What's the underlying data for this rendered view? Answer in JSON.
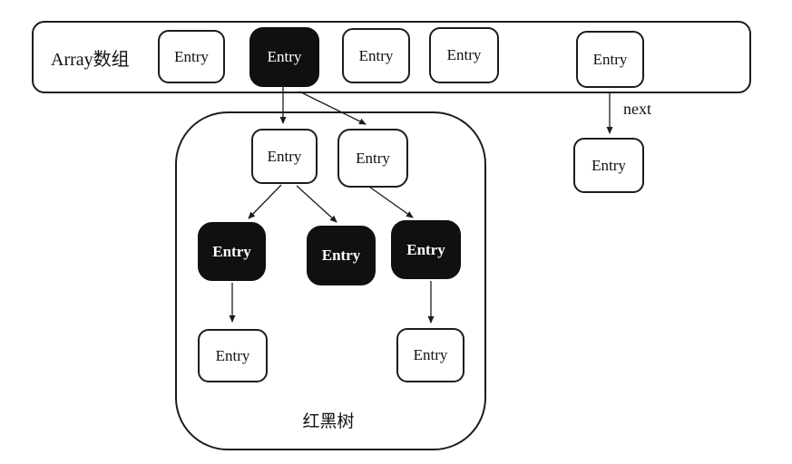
{
  "title": "HashMap array + red-black tree structure diagram",
  "colors": {
    "background": "#ffffff",
    "border": "#1c1c1c",
    "node_white_fill": "#ffffff",
    "node_black_fill": "#101010",
    "text": "#111111",
    "text_on_black": "#ffffff"
  },
  "array": {
    "label": "Array数组",
    "entries": [
      {
        "label": "Entry",
        "variant": "white"
      },
      {
        "label": "Entry",
        "variant": "black"
      },
      {
        "label": "Entry",
        "variant": "white"
      },
      {
        "label": "Entry",
        "variant": "white"
      },
      {
        "label": "Entry",
        "variant": "white"
      }
    ]
  },
  "linked_list": {
    "next_label": "next",
    "entry": {
      "label": "Entry",
      "variant": "white"
    }
  },
  "tree": {
    "label": "红黑树",
    "nodes": [
      {
        "id": "root-left",
        "label": "Entry",
        "variant": "white"
      },
      {
        "id": "root-right",
        "label": "Entry",
        "variant": "white"
      },
      {
        "id": "mid-left",
        "label": "Entry",
        "variant": "black"
      },
      {
        "id": "mid-center",
        "label": "Entry",
        "variant": "black"
      },
      {
        "id": "mid-right",
        "label": "Entry",
        "variant": "black"
      },
      {
        "id": "leaf-left",
        "label": "Entry",
        "variant": "white"
      },
      {
        "id": "leaf-right",
        "label": "Entry",
        "variant": "white"
      }
    ]
  }
}
